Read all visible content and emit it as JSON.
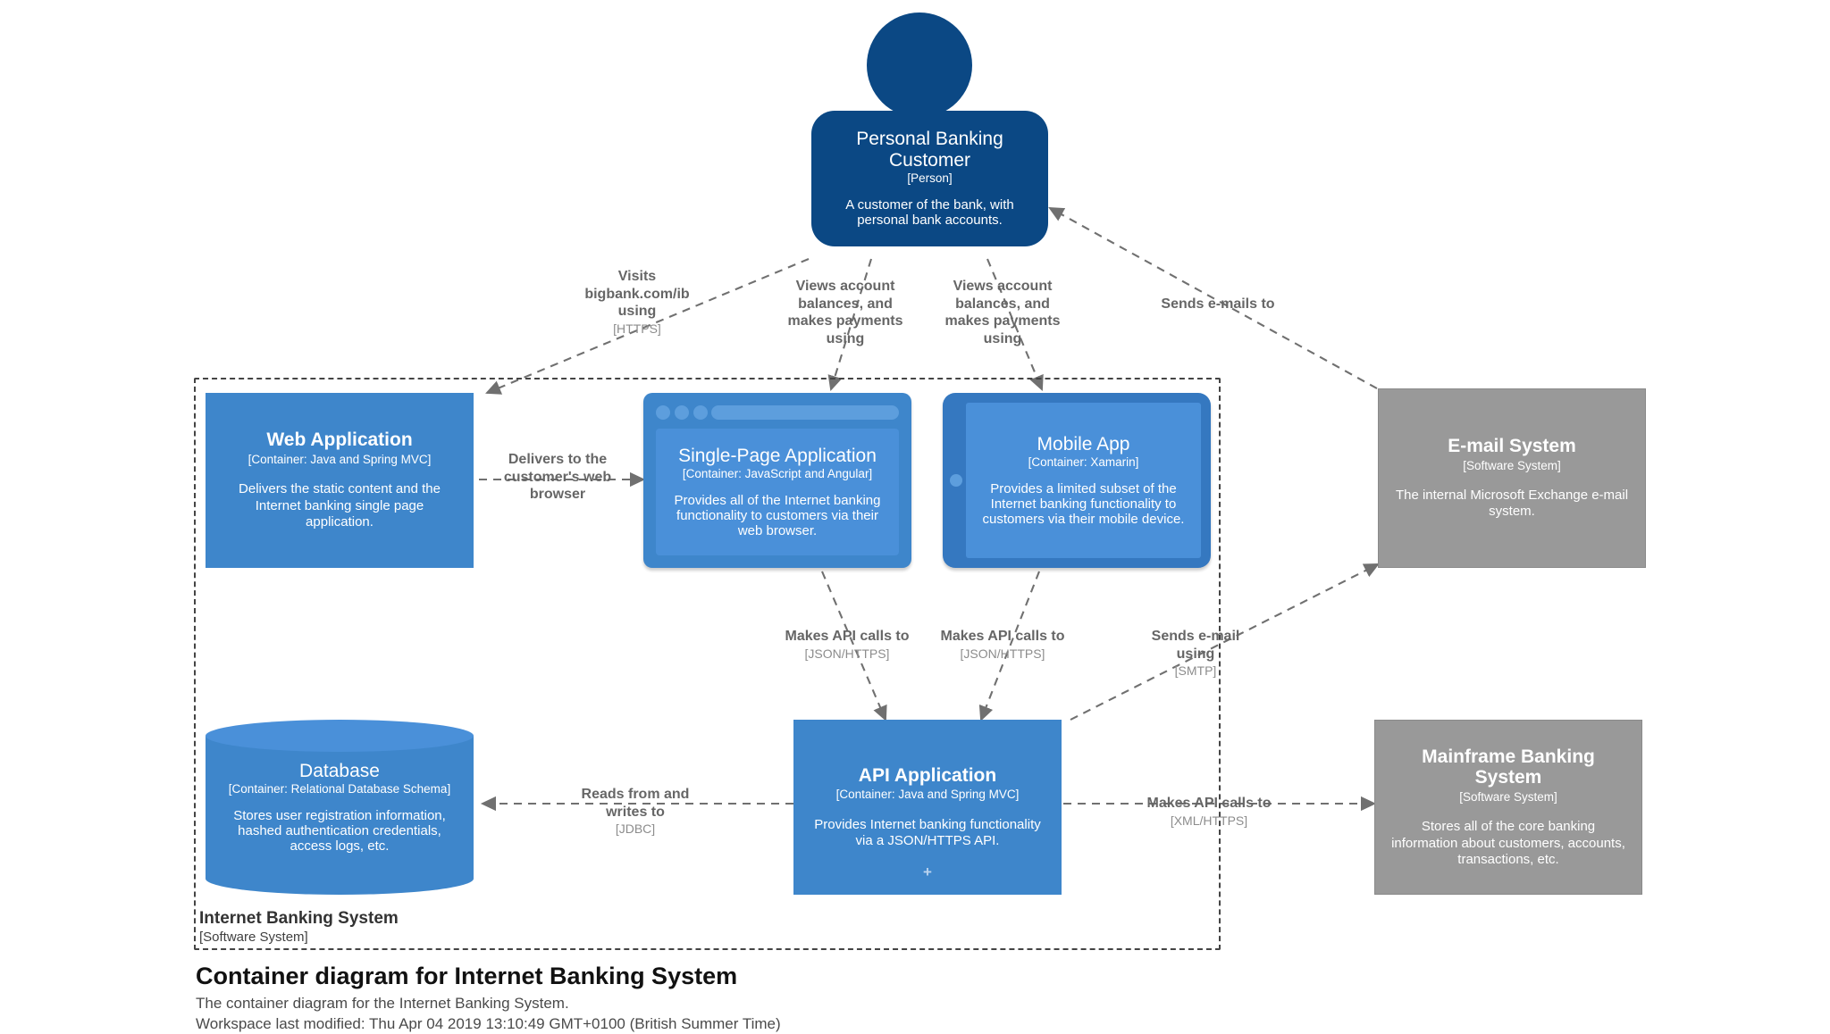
{
  "diagram": {
    "title": "Container diagram for Internet Banking System",
    "subtitle": "The container diagram for the Internet Banking System.",
    "modified": "Workspace last modified: Thu Apr 04 2019 13:10:49 GMT+0100 (British Summer Time)",
    "colors": {
      "person": "#0b4884",
      "container": "#3e86cb",
      "container_light": "#4a90d9",
      "external": "#999999",
      "edge": "#707070",
      "label": "#666666",
      "tech": "#8c8c8c",
      "boundary": "#444444"
    }
  },
  "boundary": {
    "name": "Internet Banking System",
    "type": "[Software System]"
  },
  "nodes": {
    "person": {
      "name": "Personal Banking Customer",
      "type": "[Person]",
      "description": "A customer of the bank, with personal bank accounts.",
      "shape": "person"
    },
    "web_application": {
      "name": "Web Application",
      "type": "[Container: Java and Spring MVC]",
      "description": "Delivers the static content and the Internet banking single page application.",
      "shape": "box"
    },
    "single_page_application": {
      "name": "Single-Page Application",
      "type": "[Container: JavaScript and Angular]",
      "description": "Provides all of the Internet banking functionality to customers via their web browser.",
      "shape": "browser"
    },
    "mobile_app": {
      "name": "Mobile App",
      "type": "[Container: Xamarin]",
      "description": "Provides a limited subset of the Internet banking functionality to customers via their mobile device.",
      "shape": "tablet"
    },
    "database": {
      "name": "Database",
      "type": "[Container: Relational Database Schema]",
      "description": "Stores user registration information, hashed authentication credentials, access logs, etc.",
      "shape": "cylinder"
    },
    "api_application": {
      "name": "API Application",
      "type": "[Container: Java and Spring MVC]",
      "description": "Provides Internet banking functionality via a JSON/HTTPS API.",
      "shape": "box",
      "marker": "+"
    },
    "email_system": {
      "name": "E-mail System",
      "type": "[Software System]",
      "description": "The internal Microsoft Exchange e-mail system.",
      "shape": "box-external"
    },
    "mainframe_banking_system": {
      "name": "Mainframe Banking System",
      "type": "[Software System]",
      "description": "Stores all of the core banking information about customers, accounts, transactions, etc.",
      "shape": "box-external"
    }
  },
  "relationships": [
    {
      "id": "r1",
      "source": "person",
      "target": "web_application",
      "label": "Visits bigbank.com/ib using",
      "technology": "[HTTPS]"
    },
    {
      "id": "r2",
      "source": "person",
      "target": "single_page_application",
      "label": "Views account balances, and makes payments using",
      "technology": ""
    },
    {
      "id": "r3",
      "source": "person",
      "target": "mobile_app",
      "label": "Views account balances, and makes payments using",
      "technology": ""
    },
    {
      "id": "r4",
      "source": "email_system",
      "target": "person",
      "label": "Sends e-mails to",
      "technology": ""
    },
    {
      "id": "r5",
      "source": "web_application",
      "target": "single_page_application",
      "label": "Delivers to the customer's web browser",
      "technology": ""
    },
    {
      "id": "r6",
      "source": "single_page_application",
      "target": "api_application",
      "label": "Makes API calls to",
      "technology": "[JSON/HTTPS]"
    },
    {
      "id": "r7",
      "source": "mobile_app",
      "target": "api_application",
      "label": "Makes API calls to",
      "technology": "[JSON/HTTPS]"
    },
    {
      "id": "r8",
      "source": "api_application",
      "target": "email_system",
      "label": "Sends e-mail using",
      "technology": "[SMTP]"
    },
    {
      "id": "r9",
      "source": "api_application",
      "target": "database",
      "label": "Reads from and writes to",
      "technology": "[JDBC]"
    },
    {
      "id": "r10",
      "source": "api_application",
      "target": "mainframe_banking_system",
      "label": "Makes API calls to",
      "technology": "[XML/HTTPS]"
    }
  ]
}
